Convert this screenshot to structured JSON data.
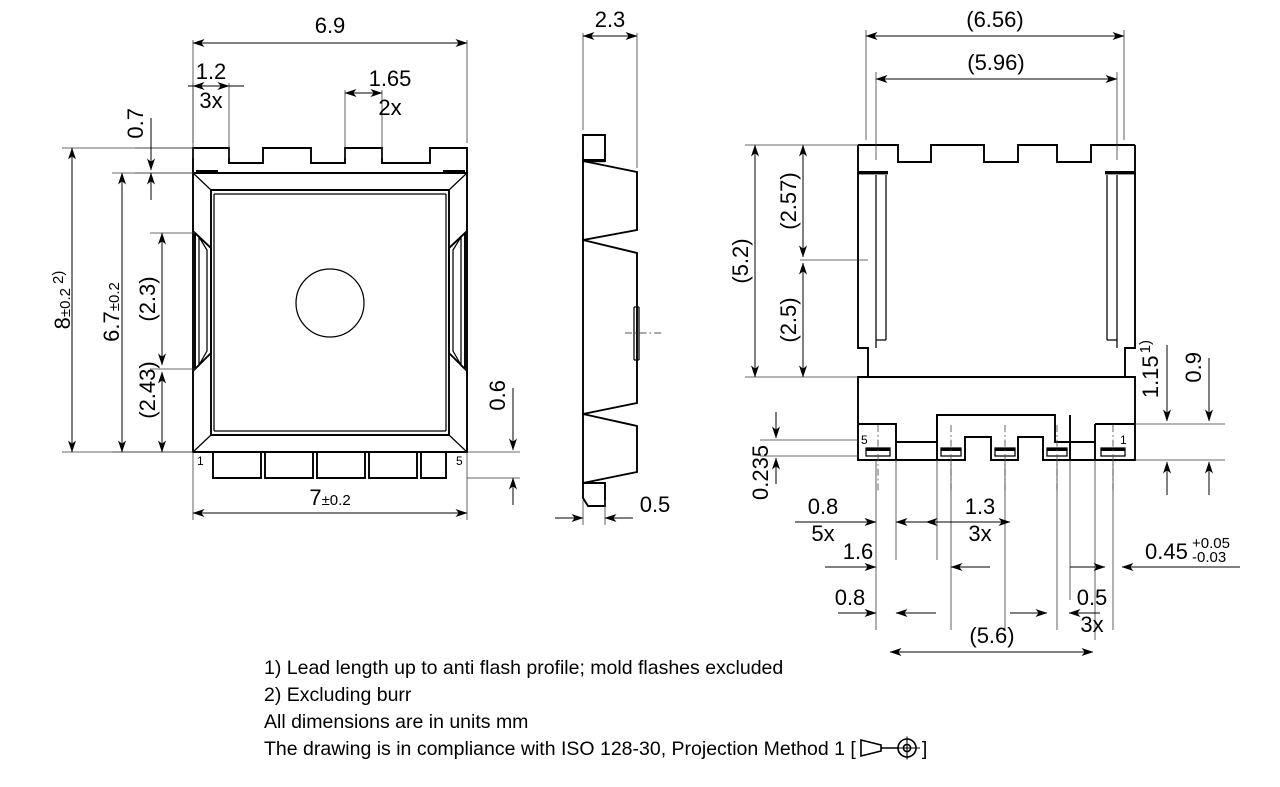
{
  "drawing": {
    "type": "mechanical-package-outline",
    "units": "mm",
    "views": [
      {
        "name": "top-view",
        "label": ""
      },
      {
        "name": "side-view",
        "label": ""
      },
      {
        "name": "bottom-view",
        "label": ""
      }
    ]
  },
  "dimensions": {
    "top_view": {
      "overall_width_top": "6.9",
      "notch_pitch_1": "1.2",
      "notch_pitch_1_count": "3x",
      "notch_pitch_2": "1.65",
      "notch_pitch_2_count": "2x",
      "tab_height": "0.7",
      "overall_height": "8",
      "overall_height_tol": "±0.2",
      "overall_height_note": "2)",
      "body_height": "6.7",
      "body_height_tol": "±0.2",
      "pad_len_upper": "(2.3)",
      "pad_len_lower": "(2.43)",
      "overall_width_bottom": "7",
      "overall_width_bottom_tol": "±0.2",
      "lead_height": "0.6",
      "pin_first": "1",
      "pin_last": "5"
    },
    "side_view": {
      "body_thickness": "2.3",
      "tab_thickness": "0.5"
    },
    "bottom_view": {
      "overall_width_outer": "(6.56)",
      "overall_width_inner": "(5.96)",
      "overall_height": "(5.2)",
      "pad_height_upper": "(2.57)",
      "pad_height_lower": "(2.5)",
      "lead_thickness": "0.235",
      "lead_pitch_edge": "0.8",
      "lead_pitch_edge_count": "5x",
      "lead_pitch_mid": "1.3",
      "lead_pitch_mid_count": "3x",
      "offset_1_6": "1.6",
      "offset_0_8": "0.8",
      "lead_width": "0.5",
      "lead_width_count": "3x",
      "span": "(5.6)",
      "corner_lead_height": "1.15",
      "corner_lead_height_note": "1)",
      "edge_lead_height": "0.9",
      "lead_width_toleranced": "0.45",
      "tol_plus": "+0.05",
      "tol_minus": "-0.03",
      "pin_first": "1",
      "pin_last": "5"
    }
  },
  "notes": {
    "note1": "1) Lead length up to anti flash profile; mold flashes excluded",
    "note2": "2) Excluding burr",
    "note3": "All dimensions are in units mm",
    "note4_prefix": "The drawing is in compliance with ISO 128-30, Projection Method 1 [",
    "note4_suffix": "]",
    "projection_symbol": "first-angle-projection-symbol"
  },
  "colors": {
    "line": "#000000",
    "thin": "#6e6e6e",
    "background": "#ffffff"
  }
}
